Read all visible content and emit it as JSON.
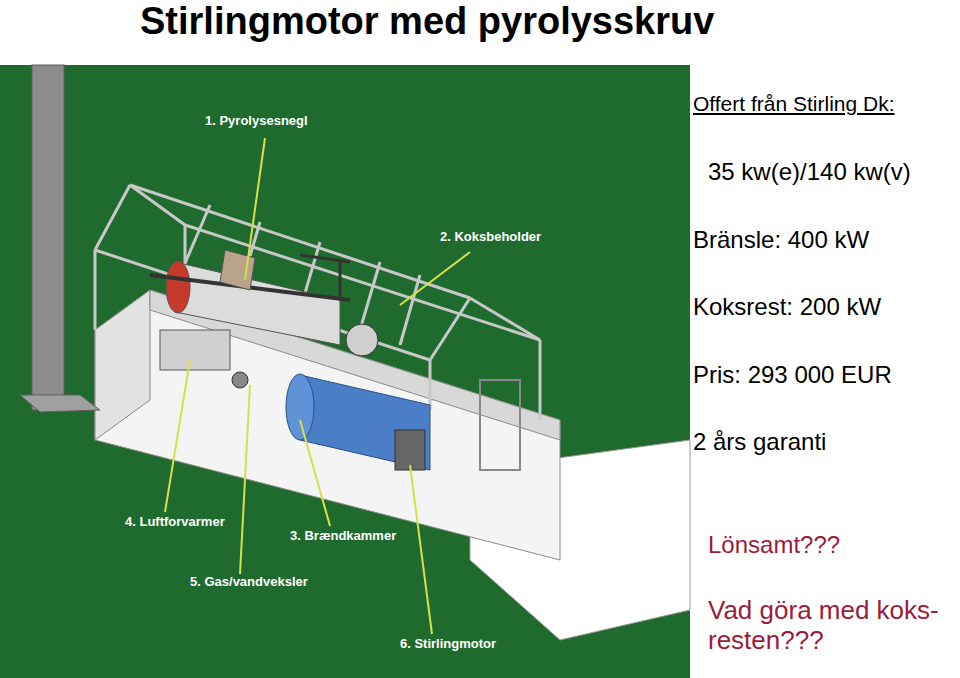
{
  "diagram": {
    "title": "Stirlingmotor med pyrolysskruv",
    "labels": [
      "1. Pyrolysesnegl",
      "2. Koksbeholder",
      "3. Brændkammer",
      "4. Luftforvarmer",
      "5. Gas/vandveksler",
      "6. Stirlingmotor",
      "Offert från Stirling Dk:",
      "35 kw(e)/140 kw(v)",
      "Bränsle: 400 kW",
      "Koksrest: 200 kW",
      "Pris: 293 000 EUR",
      "2 års garanti",
      "Lönsamt???",
      "Vad göra med koks- resten???"
    ]
  }
}
